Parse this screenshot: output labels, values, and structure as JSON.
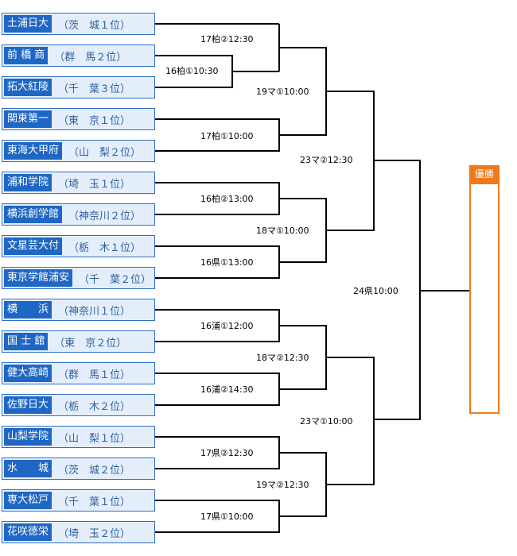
{
  "teams": [
    {
      "name": "土浦日大",
      "seed": "（茨　城１位）"
    },
    {
      "name": "前 橋 商",
      "seed": "（群　馬２位）"
    },
    {
      "name": "拓大紅陵",
      "seed": "（千　葉３位）"
    },
    {
      "name": "関東第一",
      "seed": "（東　京１位）"
    },
    {
      "name": "東海大甲府",
      "seed": "（山　梨２位）"
    },
    {
      "name": "浦和学院",
      "seed": "（埼　玉１位）"
    },
    {
      "name": "横浜創学館",
      "seed": "（神奈川２位）"
    },
    {
      "name": "文星芸大付",
      "seed": "（栃　木１位）"
    },
    {
      "name": "東京学館浦安",
      "seed": "（千　葉２位）"
    },
    {
      "name": "横　　浜",
      "seed": "（神奈川１位）"
    },
    {
      "name": "国 士 舘",
      "seed": "（東　京２位）"
    },
    {
      "name": "健大高崎",
      "seed": "（群　馬１位）"
    },
    {
      "name": "佐野日大",
      "seed": "（栃　木２位）"
    },
    {
      "name": "山梨学院",
      "seed": "（山　梨１位）"
    },
    {
      "name": "水　　城",
      "seed": "（茨　城２位）"
    },
    {
      "name": "専大松戸",
      "seed": "（千　葉１位）"
    },
    {
      "name": "花咲徳栄",
      "seed": "（埼　玉２位）"
    }
  ],
  "matches": {
    "m16_kashiwa1": "16柏①10:30",
    "m17_kashiwa2": "17柏②12:30",
    "m17_kashiwa1": "17柏①10:00",
    "m19_ma1": "19マ①10:00",
    "m16_kashiwa2": "16柏②13:00",
    "m16_ken1": "16県①13:00",
    "m18_ma1": "18マ①10:00",
    "m23_ma2": "23マ②12:30",
    "m16_ura1": "16浦①12:00",
    "m16_ura2": "16浦②14:30",
    "m18_ma2": "18マ②12:30",
    "m17_ken2": "17県②12:30",
    "m17_ken1": "17県①10:00",
    "m19_ma2": "19マ②12:30",
    "m23_ma1": "23マ①10:00",
    "m24_ken": "24県10:00"
  },
  "champion": {
    "title": "優勝"
  }
}
